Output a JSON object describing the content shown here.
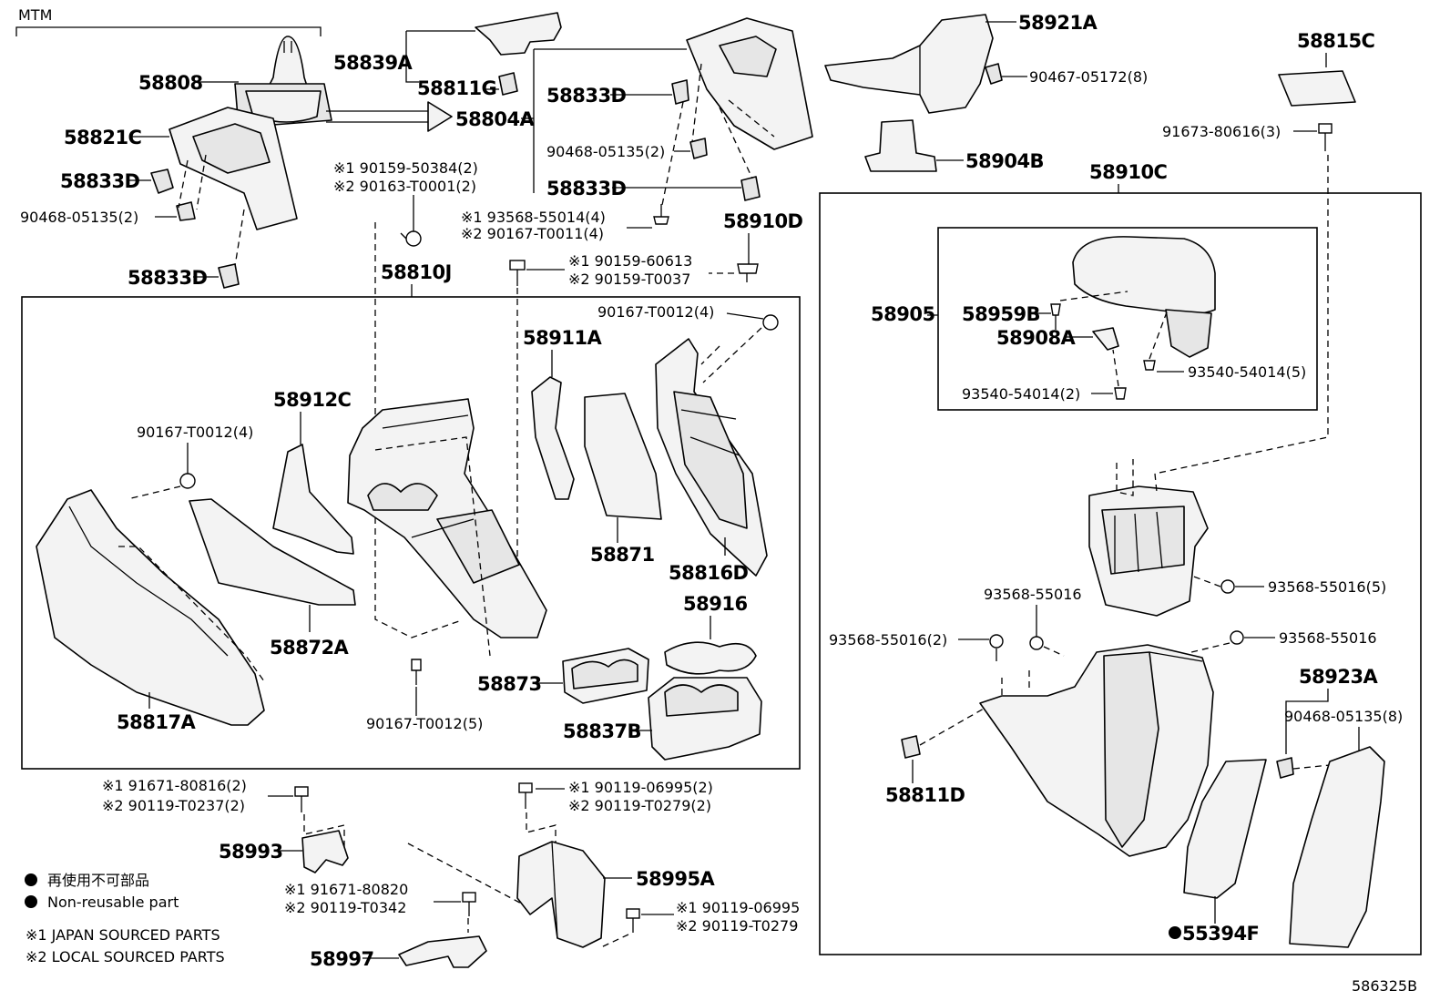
{
  "labels": {
    "mtm": "MTM",
    "p58808": "58808",
    "p58821c": "58821C",
    "p58833d_a": "58833D",
    "p90468_a": "90468-05135(2)",
    "p58833d_b": "58833D",
    "p58839a": "58839A",
    "p58811g": "58811G",
    "p58804a": "58804A",
    "p58833d_c": "58833D",
    "p90468_b": "90468-05135(2)",
    "p58833d_d": "58833D",
    "p58921a": "58921A",
    "p90467": "90467-05172(8)",
    "p58904b": "58904B",
    "p58815c": "58815C",
    "p91673": "91673-80616(3)",
    "p58910c": "58910C",
    "j1_90159_50384": "※1 90159-50384(2)",
    "j2_90163_t0001": "※2 90163-T0001(2)",
    "j1_93568_55014": "※1 93568-55014(4)",
    "j2_90167_t0011": "※2 90167-T0011(4)",
    "p58910d": "58910D",
    "p58810j": "58810J",
    "j1_90159_60613": "※1 90159-60613",
    "j2_90159_t0037": "※2 90159-T0037",
    "p90167_t0012_top": "90167-T0012(4)",
    "p58911a": "58911A",
    "p58912c": "58912C",
    "p90167_t0012_left": "90167-T0012(4)",
    "p58871": "58871",
    "p58816d": "58816D",
    "p58916": "58916",
    "p58872a": "58872A",
    "p58873": "58873",
    "p58837b": "58837B",
    "p58817a": "58817A",
    "p90167_t0012_5": "90167-T0012(5)",
    "p58905": "58905",
    "p58959b": "58959B",
    "p58908a": "58908A",
    "p93540_54014_5": "93540-54014(5)",
    "p93540_54014_2": "93540-54014(2)",
    "p93568_55016_5": "93568-55016(5)",
    "p93568_55016_mid": "93568-55016",
    "p93568_55016_2": "93568-55016(2)",
    "p93568_55016_r": "93568-55016",
    "p58923a": "58923A",
    "p90468_8": "90468-05135(8)",
    "p58811d": "58811D",
    "p55394f": "55394F",
    "j1_91671_80816": "※1 91671-80816(2)",
    "j2_90119_t0237": "※2 90119-T0237(2)",
    "j1_90119_06995_2": "※1 90119-06995(2)",
    "j2_90119_t0279_2": "※2 90119-T0279(2)",
    "p58993": "58993",
    "p58995a": "58995A",
    "j1_91671_80820": "※1 91671-80820",
    "j2_90119_t0342": "※2 90119-T0342",
    "j1_90119_06995": "※1 90119-06995",
    "j2_90119_t0279": "※2 90119-T0279",
    "p58997": "58997",
    "drawing_no": "586325B"
  },
  "legend": {
    "nonreusable_jp": "再使用不可部品",
    "nonreusable_en": "Non-reusable part",
    "japan_sourced": "※1 JAPAN SOURCED PARTS",
    "local_sourced": "※2 LOCAL SOURCED PARTS"
  }
}
